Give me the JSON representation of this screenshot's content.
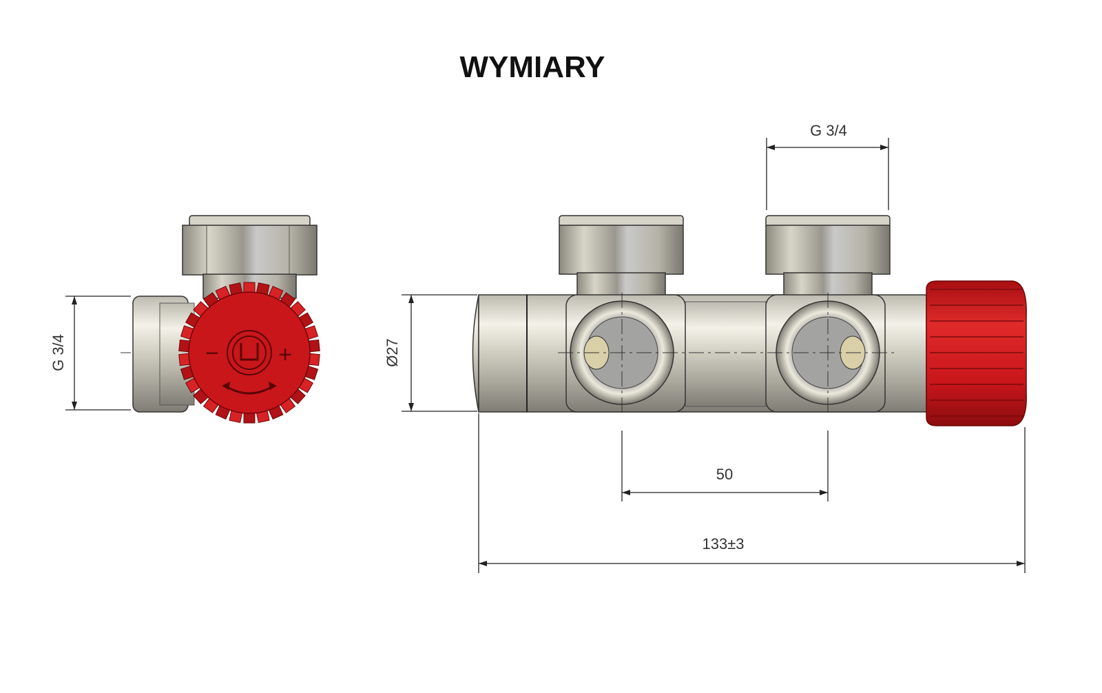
{
  "title": "WYMIARY",
  "side_view": {
    "dimension_thread": "G 3/4",
    "knob_minus": "−",
    "knob_plus": "+"
  },
  "front_view": {
    "dimension_diameter": "Ø27",
    "dimension_thread_top": "G 3/4",
    "dimension_spacing": "50",
    "dimension_length": "133±3"
  },
  "colors": {
    "knob_red": "#c8161b",
    "metal_light": "#e6e3d6",
    "metal_dark": "#8d8b80"
  }
}
